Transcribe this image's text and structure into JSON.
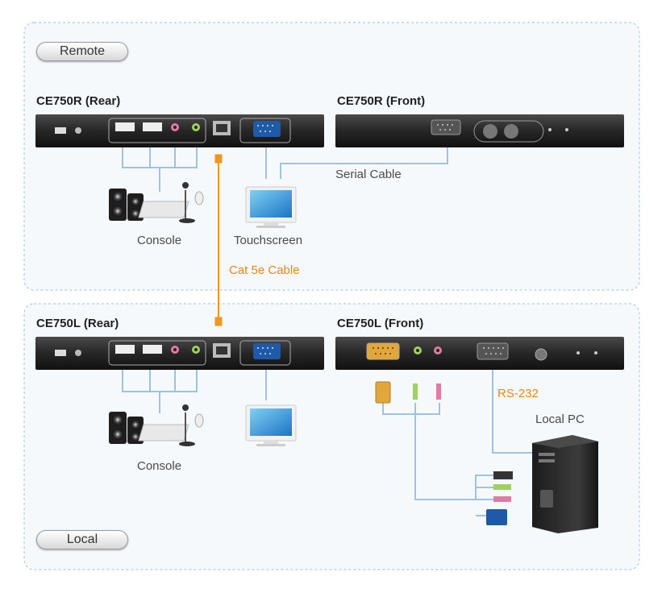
{
  "zones": {
    "remote": "Remote",
    "local": "Local"
  },
  "devices": {
    "remote_rear": "CE750R (Rear)",
    "remote_front": "CE750R (Front)",
    "local_rear": "CE750L (Rear)",
    "local_front": "CE750L (Front)"
  },
  "captions": {
    "console_remote": "Console",
    "touchscreen": "Touchscreen",
    "serial_cable": "Serial Cable",
    "cat5e_cable": "Cat 5e Cable",
    "console_local": "Console",
    "rs232": "RS-232",
    "local_pc": "Local PC"
  },
  "colors": {
    "cat_cable": "#f0961e",
    "link_lines": "#9ec3e0",
    "panel": "#2b2b2b"
  }
}
